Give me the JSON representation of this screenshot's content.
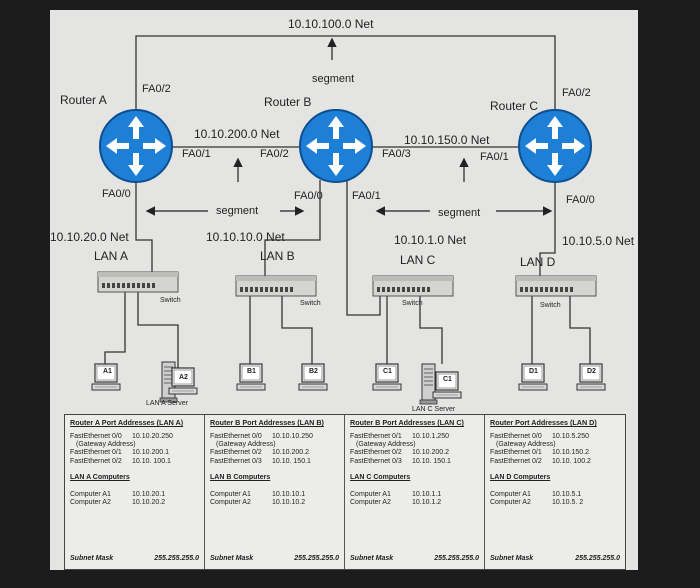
{
  "top_network": "10.10.100.0 Net",
  "segment_label": "segment",
  "routers": [
    {
      "name": "Router A",
      "ports": {
        "top": "FA0/2",
        "right": "FA0/1",
        "bottom": "FA0/0"
      }
    },
    {
      "name": "Router B",
      "ports": {
        "left": "FA0/2",
        "right": "FA0/3",
        "bottom_left": "FA0/0",
        "bottom_right": "FA0/1"
      }
    },
    {
      "name": "Router C",
      "ports": {
        "top": "FA0/2",
        "left": "FA0/1",
        "bottom": "FA0/0"
      }
    }
  ],
  "links": {
    "ab": "10.10.200.0 Net",
    "bc": "10.10.150.0 Net"
  },
  "lans": [
    {
      "net": "10.10.20.0 Net",
      "name": "LAN A",
      "switch": "Switch",
      "hosts": [
        "A1",
        "A2"
      ],
      "server": "LAN A Server"
    },
    {
      "net": "10.10.10.0 Net",
      "name": "LAN B",
      "switch": "Switch",
      "hosts": [
        "B1",
        "B2"
      ]
    },
    {
      "net": "10.10.1.0 Net",
      "name": "LAN C",
      "switch": "Switch",
      "hosts": [
        "C1",
        "C1"
      ],
      "server": "LAN C Server"
    },
    {
      "net": "10.10.5.0 Net",
      "name": "LAN D",
      "switch": "Switch",
      "hosts": [
        "D1",
        "D2"
      ]
    }
  ],
  "tables": [
    {
      "title": "Router A  Port Addresses (LAN A)",
      "ports": [
        [
          "FastEthernet 0/0",
          "10.10.20.250"
        ],
        [
          "FastEthernet 0/1",
          "10.10.200.1"
        ],
        [
          "FastEthernet 0/2",
          "10.10. 100.1"
        ]
      ],
      "gateway_note": "(Gateway Address)",
      "computers_title": "LAN A Computers",
      "computers": [
        [
          "Computer A1",
          "10.10.20.1"
        ],
        [
          "Computer A2",
          "10.10.20.2"
        ]
      ],
      "subnet_label": "Subnet Mask",
      "subnet_value": "255.255.255.0"
    },
    {
      "title": "Router B Port Addresses (LAN B)",
      "ports": [
        [
          "FastEthernet 0/0",
          "10.10.10.250"
        ],
        [
          "FastEthernet 0/2",
          "10.10.200.2"
        ],
        [
          "FastEthernet 0/3",
          "10.10. 150.1"
        ]
      ],
      "gateway_note": "(Gateway Address)",
      "computers_title": "LAN B Computers",
      "computers": [
        [
          "Computer A1",
          "10.10.10.1"
        ],
        [
          "Computer A2",
          "10.10.10.2"
        ]
      ],
      "subnet_label": "Subnet Mask",
      "subnet_value": "255.255.255.0"
    },
    {
      "title": "Router B Port Addresses (LAN C)",
      "ports": [
        [
          "FastEthernet 0/1",
          "10.10.1.250"
        ],
        [
          "FastEthernet 0/2",
          "10.10.200.2"
        ],
        [
          "FastEthernet 0/3",
          "10.10. 150.1"
        ]
      ],
      "gateway_note": "(Gateway Address)",
      "computers_title": "LAN C Computers",
      "computers": [
        [
          "Computer A1",
          "10.10.1.1"
        ],
        [
          "Computer A2",
          "10.10.1.2"
        ]
      ],
      "subnet_label": "Subnet Mask",
      "subnet_value": "255.255.255.0"
    },
    {
      "title": "Router Port Addresses (LAN D)",
      "ports": [
        [
          "FastEthernet 0/0",
          "10.10.5.250"
        ],
        [
          "FastEthernet 0/1",
          "10.10.150.2"
        ],
        [
          "FastEthernet 0/2",
          "10.10. 100.2"
        ]
      ],
      "gateway_note": "(Gateway Address)",
      "computers_title": "LAN D Computers",
      "computers": [
        [
          "Computer A1",
          "10.10.5.1"
        ],
        [
          "Computer A2",
          "10.10.5. 2"
        ]
      ],
      "subnet_label": "Subnet Mask",
      "subnet_value": "255.255.255.0"
    }
  ],
  "colors": {
    "router_fill": "#1e7fd6",
    "router_stroke": "#0d4f8f",
    "wire": "#333333",
    "paper": "#e4e4e2"
  }
}
